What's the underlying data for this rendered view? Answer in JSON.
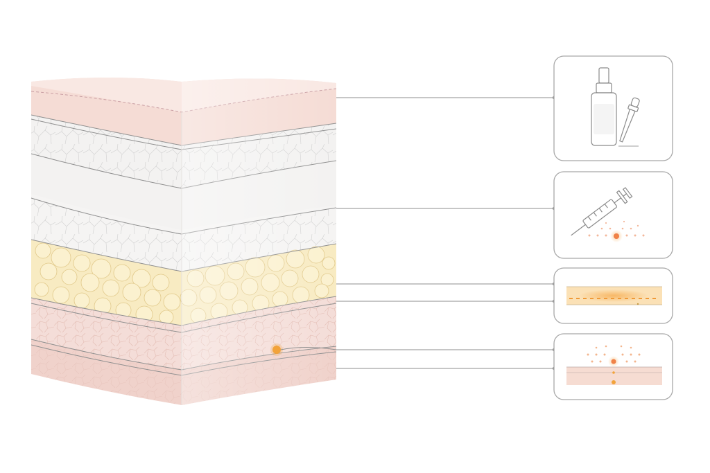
{
  "diagram": {
    "subject": "skin-cross-section-with-delivery-methods",
    "layers": [
      {
        "id": "epidermis-top",
        "color": "#f4d8d2"
      },
      {
        "id": "epidermis",
        "color": "#f1f0ef"
      },
      {
        "id": "dermis",
        "color": "#f4f2f2"
      },
      {
        "id": "fat",
        "color": "#f7e8bc"
      },
      {
        "id": "subcutis",
        "color": "#f3dad5"
      },
      {
        "id": "muscle",
        "color": "#efcfc8"
      }
    ],
    "methods": [
      {
        "id": "topical-serum",
        "icon": "dropper-bottle-icon",
        "target_layer": "epidermis-top"
      },
      {
        "id": "injection",
        "icon": "syringe-icon",
        "target_layer": "dermis"
      },
      {
        "id": "patch-layer",
        "icon": "heat-band-icon",
        "target_layer": "fat"
      },
      {
        "id": "deep-diffusion",
        "icon": "particle-diffusion-icon",
        "target_layer": "subcutis"
      }
    ],
    "colors": {
      "accent_orange": "#f2a33a",
      "accent_red": "#ec6b4a",
      "outline": "#9a9a9a"
    }
  }
}
